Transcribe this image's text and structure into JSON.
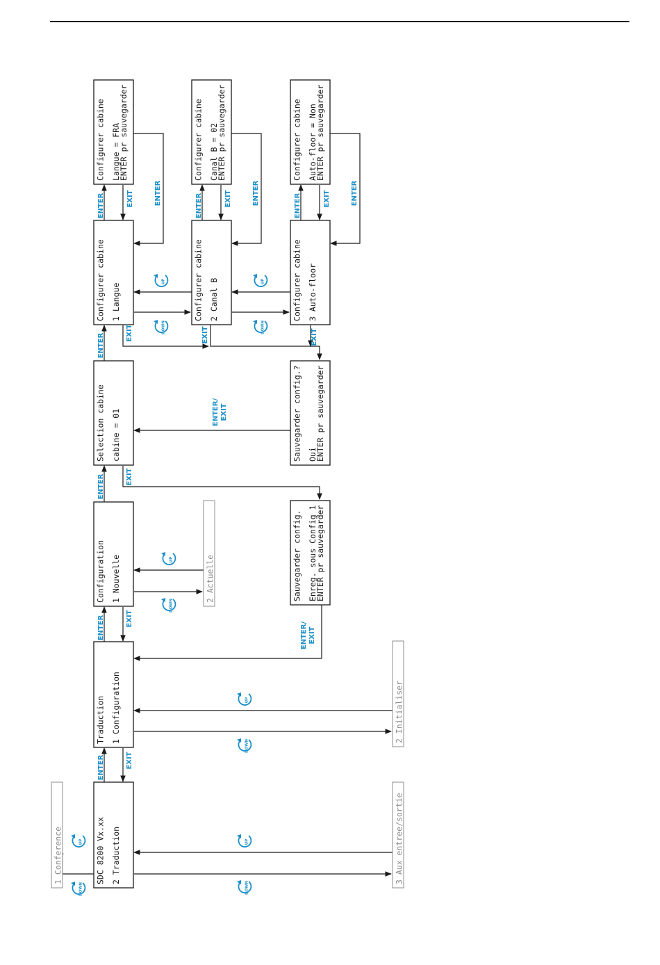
{
  "colors": {
    "accent": "#1a8fc8",
    "line": "#1a1a1a",
    "inactive": "#8c8c8c"
  },
  "boxes": {
    "sdc": [
      "SDC 8200      Vx.xx",
      "",
      "2 Traduction"
    ],
    "conference": [
      "1 Conference"
    ],
    "aux": [
      "3 Aux entree/sortie"
    ],
    "traduction": [
      "Traduction",
      "",
      "1 Configuration"
    ],
    "initialiser": [
      "2 Initialiser"
    ],
    "configuration": [
      "Configuration",
      "",
      "1 Nouvelle"
    ],
    "actuelle": [
      "2 Actuelle"
    ],
    "selection": [
      "Selection cabine",
      "",
      "cabine = 01"
    ],
    "cfg_langue": [
      "Configurer cabine",
      "",
      "1 Langue"
    ],
    "cfg_canalb": [
      "Configurer cabine",
      "",
      "2 Canal B"
    ],
    "cfg_autofloor": [
      "Configurer cabine",
      "",
      "3 Auto-floor"
    ],
    "langue_set": [
      "Configurer cabine",
      "",
      "Langue = FRA",
      "ENTER pr sauvegarder"
    ],
    "canalb_set": [
      "Configurer cabine",
      "",
      "Canal B = 02",
      "ENTER pr sauvegarder"
    ],
    "autofloor_set": [
      "Configurer cabine",
      "",
      "Auto-floor = Non",
      "ENTER pr sauvegarder"
    ],
    "save_config_q": [
      "Sauvegarder config.?",
      "",
      "Oui",
      "ENTER pr sauvegarder"
    ],
    "save_config": [
      "Sauvegarder config.",
      "",
      "Enreg. sous Config 1",
      "ENTER pr sauvegarder"
    ]
  },
  "labels": {
    "enter": "ENTER",
    "exit": "EXIT",
    "enter_exit": [
      "ENTER/",
      "EXIT"
    ],
    "up": "UP",
    "down": "DOWN"
  }
}
